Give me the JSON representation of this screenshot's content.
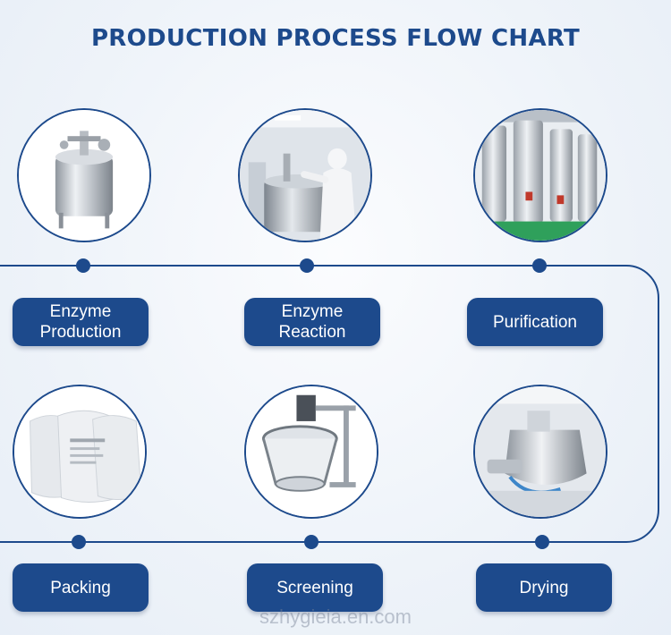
{
  "title": "PRODUCTION PROCESS FLOW CHART",
  "watermark": "szhygieia.en.com",
  "colors": {
    "primary": "#1d4a8c",
    "pill_text": "#ffffff",
    "background": "#eef3f9"
  },
  "steps": [
    {
      "label": "Enzyme Production",
      "image": "stainless-steel-tank-icon"
    },
    {
      "label": "Enzyme Reaction",
      "image": "worker-at-reactor-icon"
    },
    {
      "label": "Purification",
      "image": "tall-purification-columns-icon"
    },
    {
      "label": "Packing",
      "image": "powder-bags-icon"
    },
    {
      "label": "Screening",
      "image": "vibrating-screen-icon"
    },
    {
      "label": "Drying",
      "image": "drying-mixer-icon"
    }
  ]
}
